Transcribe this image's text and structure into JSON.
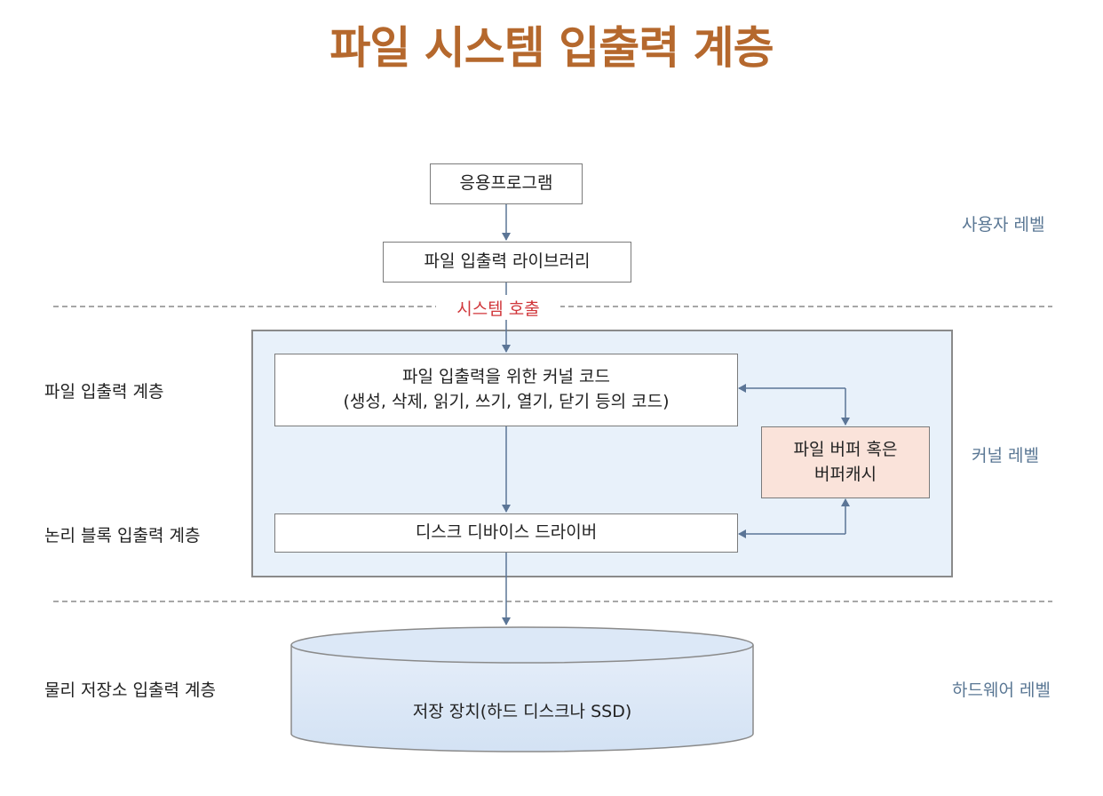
{
  "title": "파일 시스템 입출력 계층",
  "nodes": {
    "app": "응용프로그램",
    "library": "파일 입출력 라이브러리",
    "kernel_code_line1": "파일 입출력을 위한 커널 코드",
    "kernel_code_line2": "(생성, 삭제, 읽기, 쓰기, 열기, 닫기 등의 코드)",
    "buffer_line1": "파일 버퍼 혹은",
    "buffer_line2": "버퍼캐시",
    "disk_driver": "디스크 디바이스 드라이버",
    "storage": "저장 장치(하드 디스크나 SSD)"
  },
  "boundary": {
    "syscall": "시스템 호출"
  },
  "layers": {
    "file_io": "파일 입출력 계층",
    "logical_block_io": "논리 블록 입출력 계층",
    "physical_storage_io": "물리 저장소 입출력 계층"
  },
  "levels": {
    "user": "사용자 레벨",
    "kernel": "커널 레벨",
    "hardware": "하드웨어 레벨"
  },
  "colors": {
    "title": "#b5682d",
    "syscall_text": "#d0363a",
    "level_text": "#5a7794",
    "kernel_area_fill": "#e8f1fa",
    "buffer_fill": "#fae3da",
    "storage_fill": "#dae7f6",
    "arrow": "#5b7596"
  }
}
